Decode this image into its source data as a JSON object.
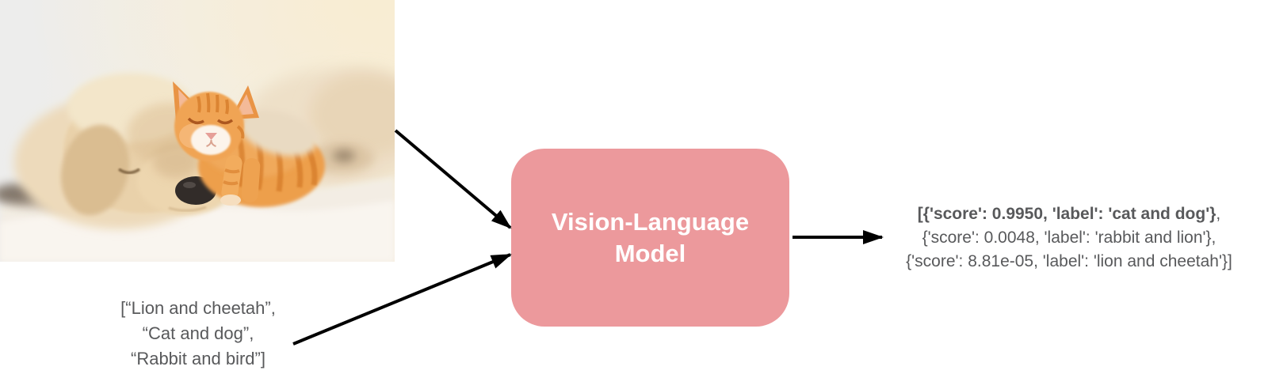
{
  "diagram": {
    "description": "Zero-shot image classification pipeline diagram: an image and candidate labels are fed to a Vision-Language Model which outputs ranked scores"
  },
  "photo": {
    "description": "Sleeping cream-colored puppy with a ginger tabby kitten resting its head on the puppy, lying on a white fluffy blanket"
  },
  "candidate_labels": {
    "lines": [
      "[“Lion and cheetah”,",
      "“Cat and dog”,",
      "“Rabbit and bird”]"
    ]
  },
  "model_box": {
    "lines": [
      "Vision-Language",
      "Model"
    ],
    "background": "#ec999c",
    "text_color": "#ffffff"
  },
  "output": {
    "line1_bold": "[{'score': 0.9950, 'label': 'cat and dog'}",
    "line1_tail": ",",
    "line2": "{'score': 0.0048, 'label': 'rabbit and lion'},",
    "line3": "{'score': 8.81e-05, 'label': 'lion and cheetah'}]"
  },
  "colors": {
    "arrow": "#000000",
    "text_gray": "#58595b",
    "box_pink": "#ec999c",
    "canvas_background": "#ffffff"
  }
}
